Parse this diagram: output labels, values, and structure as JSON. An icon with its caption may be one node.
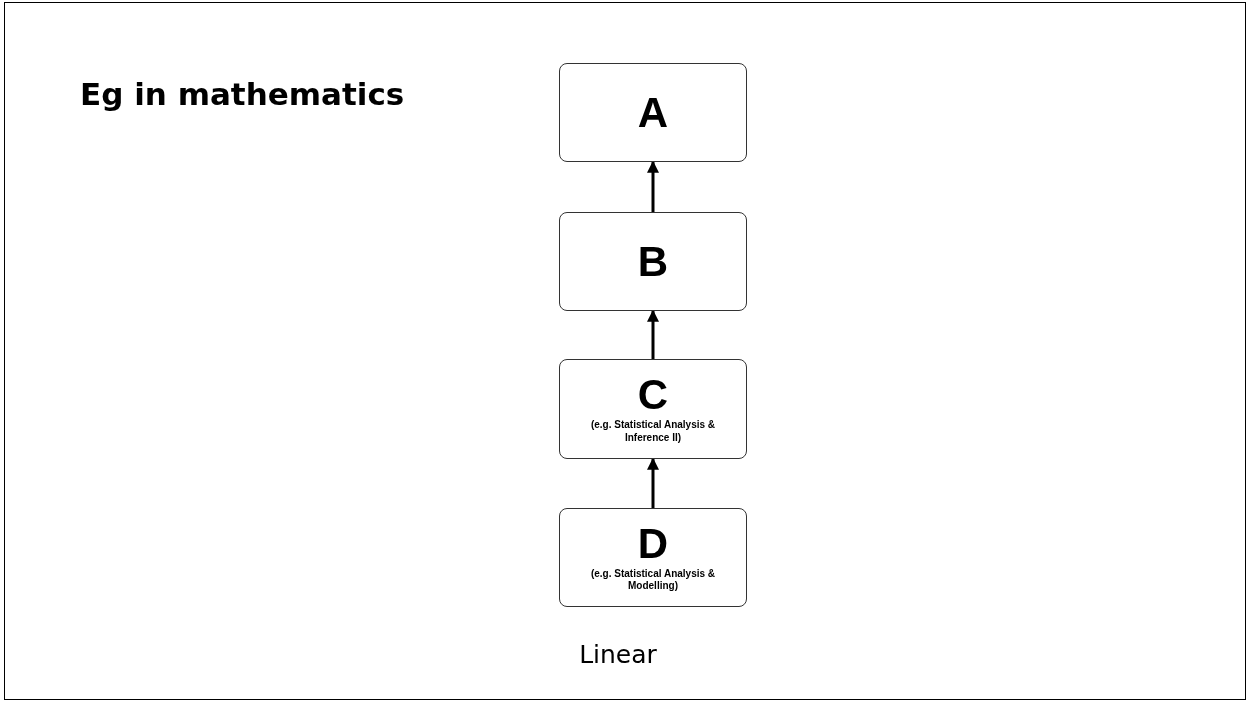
{
  "diagram": {
    "title": "Eg in mathematics",
    "nodes": [
      {
        "text": [
          "A"
        ]
      },
      {
        "text": [
          "B"
        ]
      },
      {
        "text": [
          "C",
          "(e.g. Statistical Analysis & Inference II)"
        ]
      },
      {
        "text": [
          "D",
          "(e.g. Statistical Analysis & Modelling)"
        ]
      }
    ],
    "edges": [
      {
        "from": 1,
        "to": 0,
        "arrow": "to"
      },
      {
        "from": 2,
        "to": 1,
        "arrow": "to"
      },
      {
        "from": 3,
        "to": 2,
        "arrow": "to"
      }
    ],
    "caption": "Linear"
  }
}
